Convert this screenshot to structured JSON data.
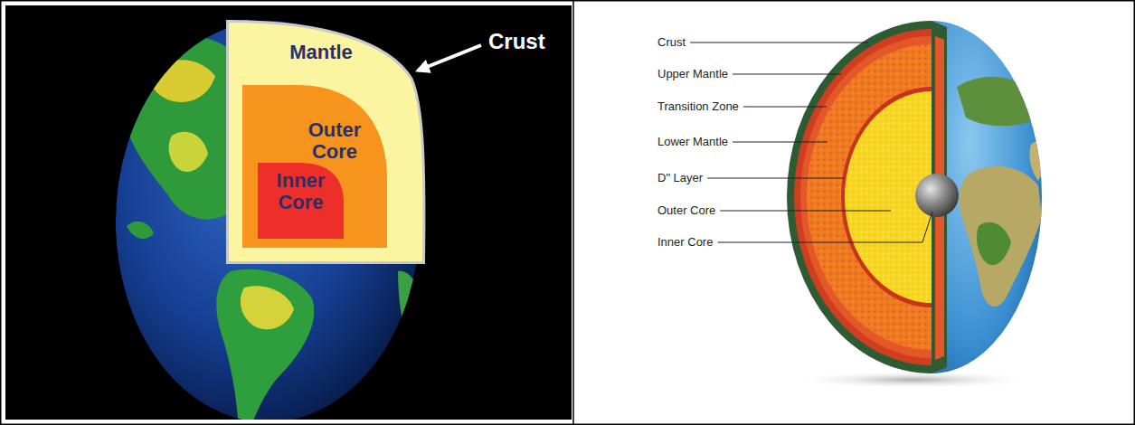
{
  "diagram": {
    "nodes": [
      {
        "text": [
          "Mantle"
        ]
      },
      {
        "text": [
          "Outer Core"
        ],
        "in": 0
      },
      {
        "text": [
          "Inner Core"
        ],
        "in": 1
      }
    ],
    "labels": [
      "Crust",
      "Crust",
      "Upper Mantle",
      "Transition Zone",
      "Lower Mantle",
      "D\" Layer",
      "Outer Core",
      "Inner Core"
    ]
  }
}
